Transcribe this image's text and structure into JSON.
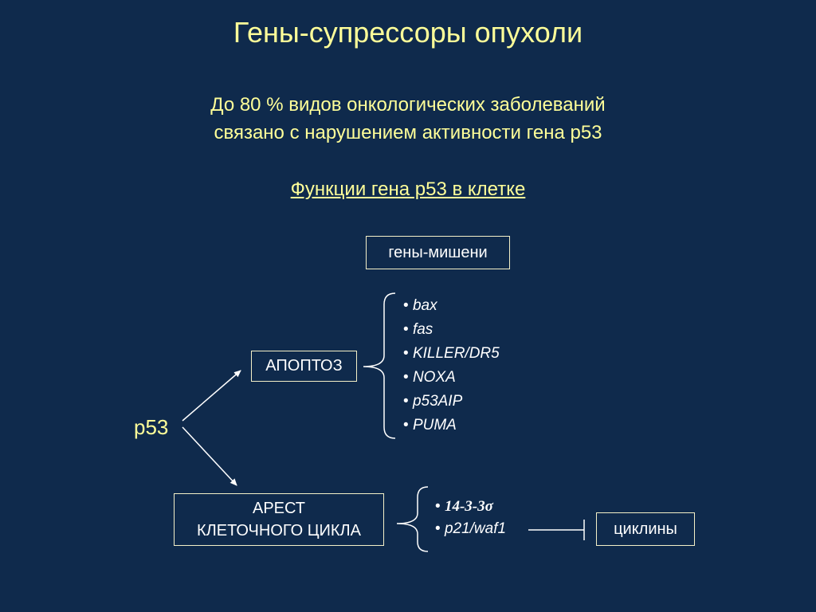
{
  "title": "Гены-супрессоры опухоли",
  "subtitle_line1": "До 80 % видов онкологических заболеваний",
  "subtitle_line2": "связано с нарушением активности гена р53",
  "functions_heading": "Функции гена р53 в клетке",
  "target_genes_label": "гены-мишени",
  "p53_label": "р53",
  "apoptosis_label": "АПОПТОЗ",
  "arrest_line1": "АРЕСТ",
  "arrest_line2": "КЛЕТОЧНОГО ЦИКЛА",
  "apoptosis_genes": [
    "bax",
    "fas",
    "KILLER/DR5",
    "NOXA",
    "p53AIP",
    "PUMA"
  ],
  "arrest_genes": [
    "14-3-3σ",
    "p21/waf1"
  ],
  "cyclins_label": "циклины",
  "bullet": "•",
  "colors": {
    "background": "#0f2a4c",
    "heading": "#ffff99",
    "body_text": "#ffffff",
    "box_border": "#f4f0c8"
  }
}
